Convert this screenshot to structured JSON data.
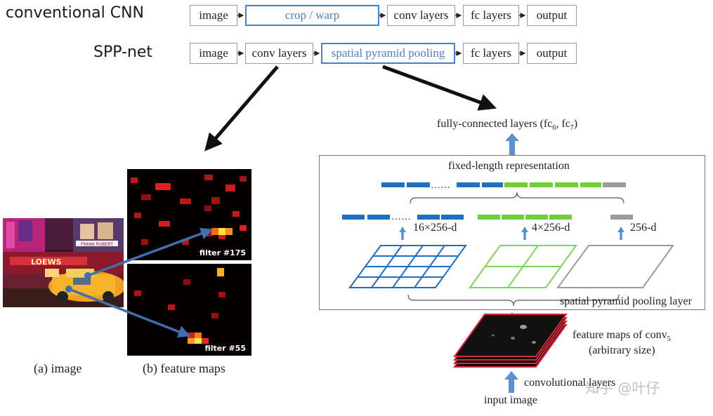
{
  "rows": {
    "conventional": {
      "title": "conventional CNN",
      "boxes": [
        "image",
        "crop / warp",
        "conv layers",
        "fc layers",
        "output"
      ]
    },
    "spp": {
      "title": "SPP-net",
      "boxes": [
        "image",
        "conv layers",
        "spatial pyramid pooling",
        "fc layers",
        "output"
      ]
    }
  },
  "left_panel": {
    "filter_a": "filter #175",
    "filter_b": "filter #55",
    "caption_a": "(a) image",
    "caption_b": "(b) feature maps",
    "photo_signs": [
      "LOEWS",
      "FRANK ROBERT"
    ]
  },
  "right_panel": {
    "fc_label_main": "fully-connected layers (fc",
    "fc_sub6": "6",
    "fc_sep": ", fc",
    "fc_sub7": "7",
    "fc_close": ")",
    "fixed_length": "fixed-length representation",
    "dots": "……",
    "dim_16": "16×256-d",
    "dim_4": "4×256-d",
    "dim_1": "256-d",
    "spp_layer": "spatial pyramid pooling layer",
    "fmaps_main": "feature maps of conv",
    "fmaps_sub": "5",
    "fmaps_size": "(arbitrary size)",
    "conv_layers": "convolutional layers",
    "input_image": "input image"
  },
  "watermark": "知乎 @叶仔",
  "colors": {
    "accent_blue": "#4a7fc1",
    "bar_blue": "#1f6fbf",
    "bar_green": "#6fcf3a",
    "bar_gray": "#9b9b9b",
    "grid_green": "#7ed35b",
    "stack_red": "#d8283a"
  }
}
